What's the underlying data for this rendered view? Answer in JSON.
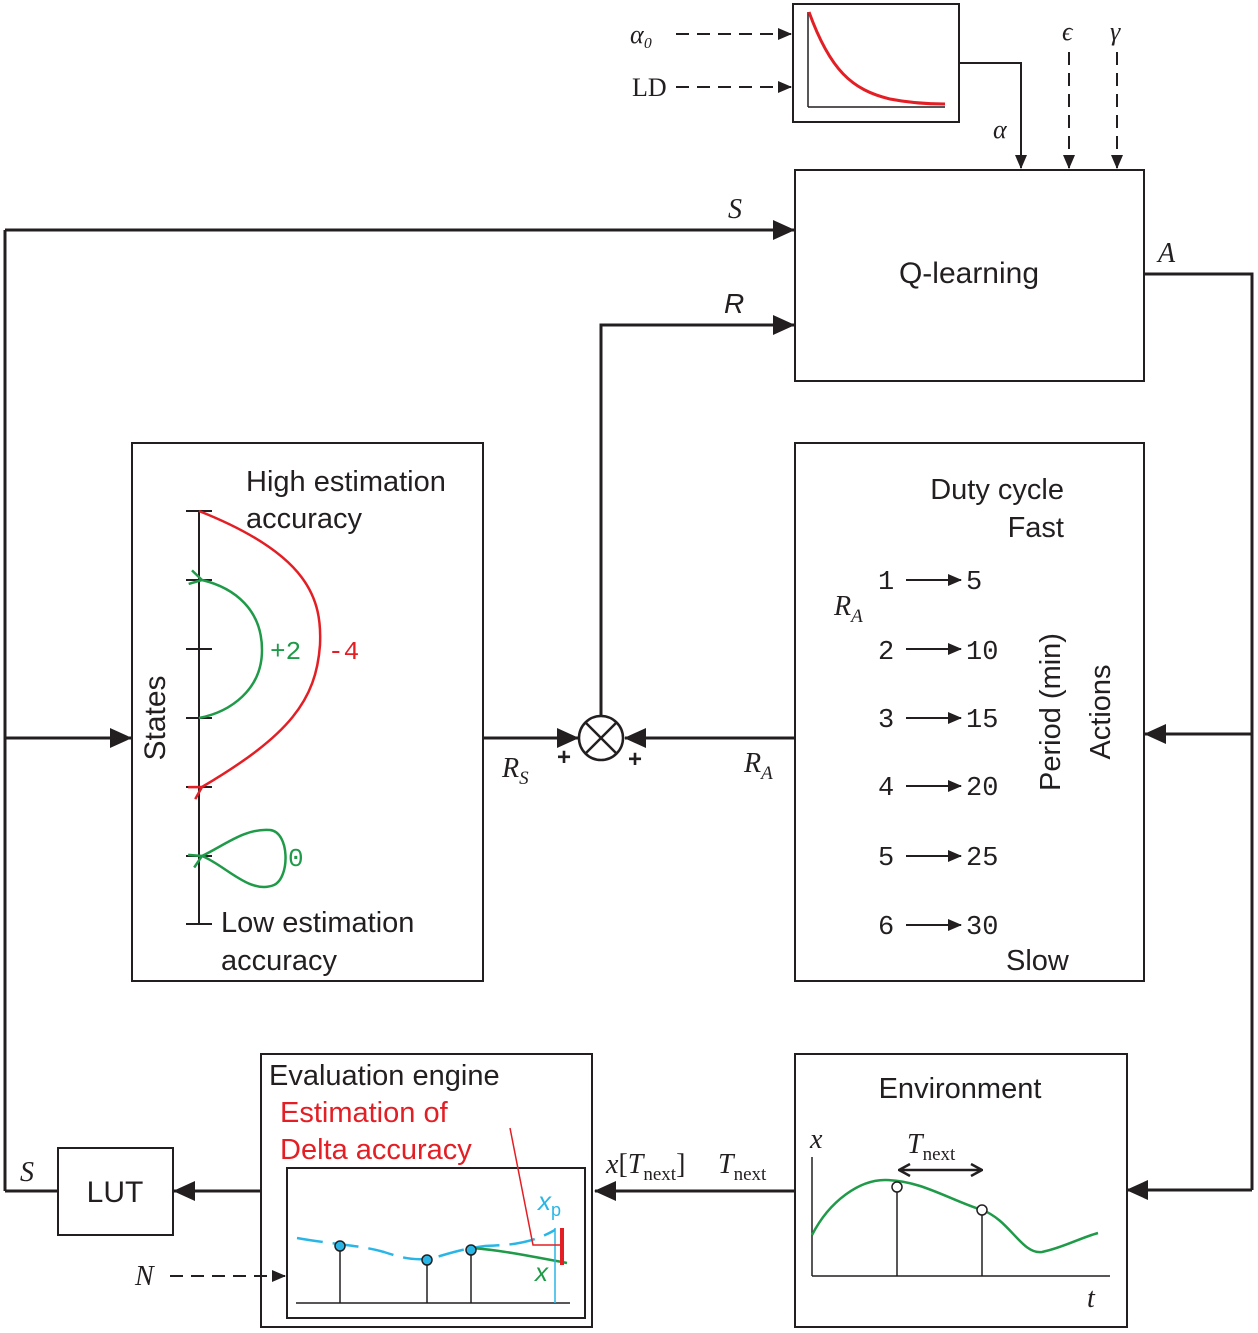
{
  "colors": {
    "stroke": "#231f20",
    "red": "#e31e24",
    "green": "#1f9a48",
    "cyan": "#29b6e6"
  },
  "schedule": {
    "alpha0": "α₀",
    "ld": "LD",
    "alpha": "α",
    "epsilon": "ϵ",
    "gamma": "γ"
  },
  "qlearning": {
    "title": "Q-learning",
    "s_label": "S",
    "r_label": "R",
    "a_label": "A"
  },
  "states": {
    "axis_label": "States",
    "high_line1": "High estimation",
    "high_line2": "accuracy",
    "low_line1": "Low estimation",
    "low_line2": "accuracy",
    "reward_plus2": "+2",
    "reward_minus4": "-4",
    "reward_zero": "0"
  },
  "sum": {
    "rs_label": "R",
    "rs_sub": "S",
    "plus_left": "+",
    "plus_right": "+",
    "ra_label": "R",
    "ra_sub": "A"
  },
  "actions": {
    "duty_cycle": "Duty cycle",
    "fast": "Fast",
    "slow": "Slow",
    "ra_label": "R",
    "ra_sub": "A",
    "period_label": "Period (min)",
    "actions_label": "Actions",
    "rows": [
      {
        "index": "1",
        "period": "5"
      },
      {
        "index": "2",
        "period": "10"
      },
      {
        "index": "3",
        "period": "15"
      },
      {
        "index": "4",
        "period": "20"
      },
      {
        "index": "5",
        "period": "25"
      },
      {
        "index": "6",
        "period": "30"
      }
    ]
  },
  "environment": {
    "title": "Environment",
    "x_label": "x",
    "t_label": "t",
    "tnext_label": "T",
    "tnext_sub": "next"
  },
  "evaluation": {
    "title": "Evaluation engine",
    "delta_line1": "Estimation of",
    "delta_line2": "Delta accuracy",
    "xp_label": "x",
    "xp_sub": "p",
    "x_label": "x",
    "n_label": "N"
  },
  "signal": {
    "x_label": "x",
    "bracket_open": "[",
    "bracket_close": "]",
    "t_label": "T",
    "t_sub": "next",
    "t2_label": "T",
    "t2_sub": "next"
  },
  "lut": {
    "label": "LUT",
    "s_label": "S"
  }
}
